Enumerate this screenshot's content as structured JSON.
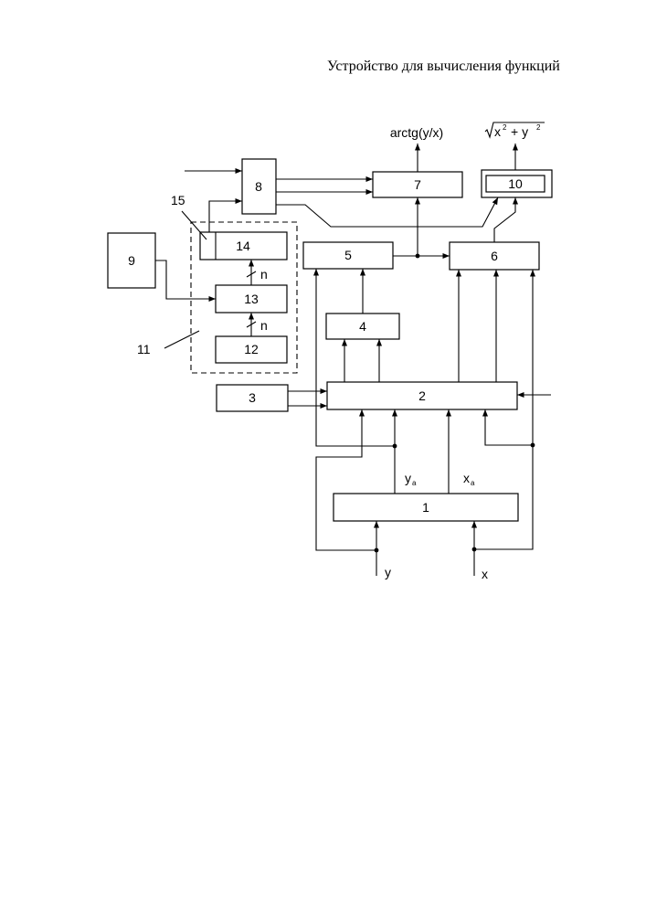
{
  "title": "Устройство для вычисления функций",
  "blocks": {
    "b1": "1",
    "b2": "2",
    "b3": "3",
    "b4": "4",
    "b5": "5",
    "b6": "6",
    "b7": "7",
    "b8": "8",
    "b9": "9",
    "b10": "10",
    "b12": "12",
    "b13": "13",
    "b14": "14"
  },
  "callouts": {
    "c11": "11",
    "c15": "15"
  },
  "labels": {
    "arctg": "arctg(y/x)",
    "sqrt_x": "x",
    "sqrt_plus_y": "+ y",
    "sqrt_exp": "2",
    "bus_n": "n",
    "ya": "y",
    "ya_sub": "a",
    "xa": "x",
    "xa_sub": "a",
    "in_y": "y",
    "in_x": "x"
  }
}
